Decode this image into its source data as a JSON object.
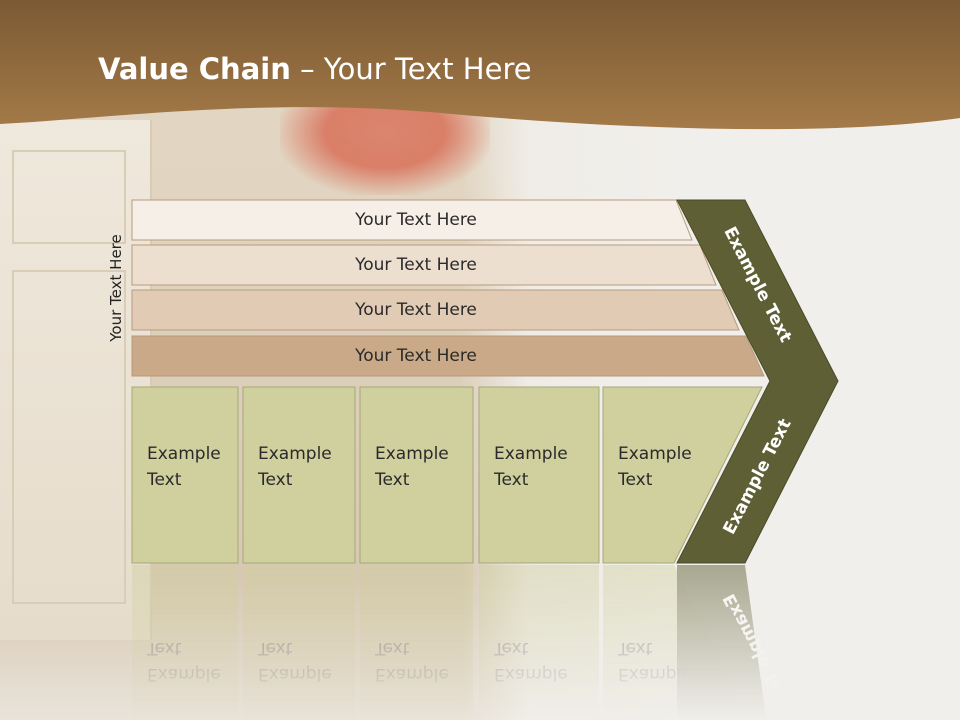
{
  "title": {
    "bold": "Value Chain",
    "rest": " – Your Text Here"
  },
  "side_label": "Your Text Here",
  "bars": [
    {
      "label": "Your Text Here",
      "color": "#f6efe8"
    },
    {
      "label": "Your Text Here",
      "color": "#ecdfd0"
    },
    {
      "label": "Your Text Here",
      "color": "#e1cbb4"
    },
    {
      "label": "Your Text Here",
      "color": "#c9a987"
    }
  ],
  "cells": [
    {
      "line1": "Example",
      "line2": "Text"
    },
    {
      "line1": "Example",
      "line2": "Text"
    },
    {
      "line1": "Example",
      "line2": "Text"
    },
    {
      "line1": "Example",
      "line2": "Text"
    },
    {
      "line1": "Example",
      "line2": "Text"
    }
  ],
  "chevron_top_label": "Example Text",
  "chevron_bottom_label": "Example Text",
  "colors": {
    "header": "#8c6638",
    "cell": "#cfd09e",
    "chevron": "#5e5f34",
    "text": "#2a2a2a"
  }
}
